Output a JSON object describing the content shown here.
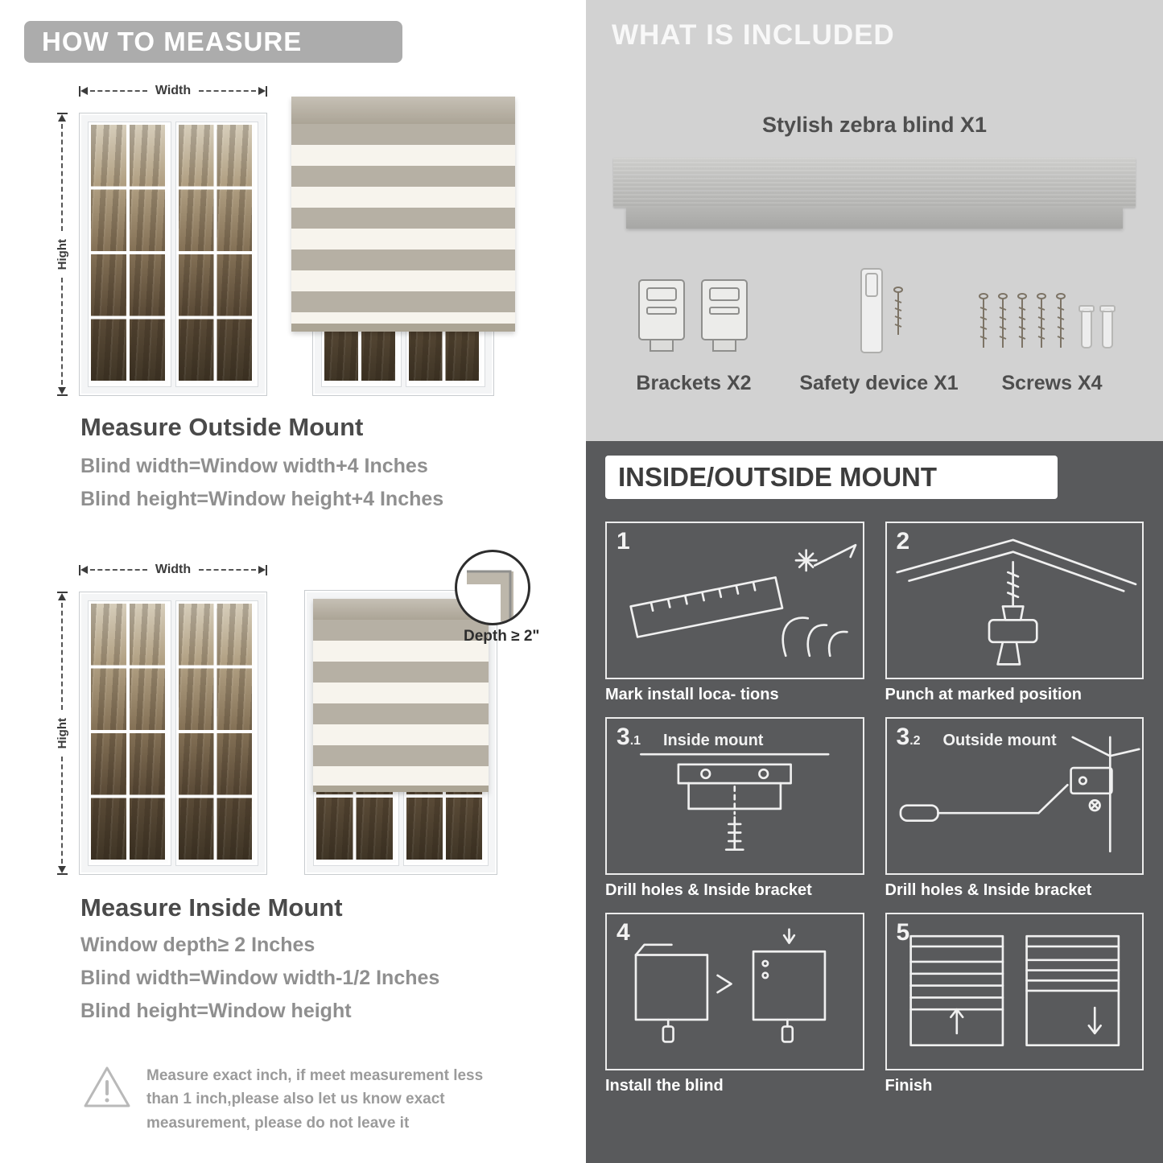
{
  "left": {
    "header": "HOW TO MEASURE",
    "outside": {
      "width_label": "Width",
      "height_label": "Hight",
      "title": "Measure Outside Mount",
      "line1": "Blind width=Window width+4 Inches",
      "line2": "Blind height=Window height+4 Inches"
    },
    "inside": {
      "width_label": "Width",
      "height_label": "Hight",
      "depth_label": "Depth ≥ 2\"",
      "title": "Measure Inside Mount",
      "line1": "Window depth≥ 2 Inches",
      "line2": "Blind width=Window width-1/2 Inches",
      "line3": "Blind height=Window height"
    },
    "warning_text": "Measure exact inch, if meet measurement less than 1 inch,please also let us know exact measurement, please do not leave it"
  },
  "right": {
    "included": {
      "header": "WHAT IS INCLUDED",
      "blind_label": "Stylish zebra blind X1",
      "brackets_label": "Brackets X2",
      "safety_label": "Safety device X1",
      "screws_label": "Screws X4"
    },
    "mount": {
      "header": "INSIDE/OUTSIDE MOUNT",
      "steps": [
        {
          "num": "1",
          "caption": "Mark install loca- tions"
        },
        {
          "num": "2",
          "caption": "Punch at  marked position"
        },
        {
          "num": "3",
          "sub": ".1",
          "inline_label": "Inside mount",
          "caption": "Drill holes &  Inside bracket"
        },
        {
          "num": "3",
          "sub": ".2",
          "inline_label": "Outside mount",
          "caption": "Drill holes &  Inside bracket"
        },
        {
          "num": "4",
          "caption": "Install the blind"
        },
        {
          "num": "5",
          "caption": "Finish"
        }
      ]
    }
  },
  "colors": {
    "banner_gray": "#ACACAC",
    "included_bg": "#D2D2D2",
    "mount_bg": "#595A5C",
    "heading_dark": "#4A4A4A",
    "body_gray": "#8F8F8F",
    "stripe_taupe": "#B6B0A4",
    "stripe_white": "#F7F4ED"
  }
}
